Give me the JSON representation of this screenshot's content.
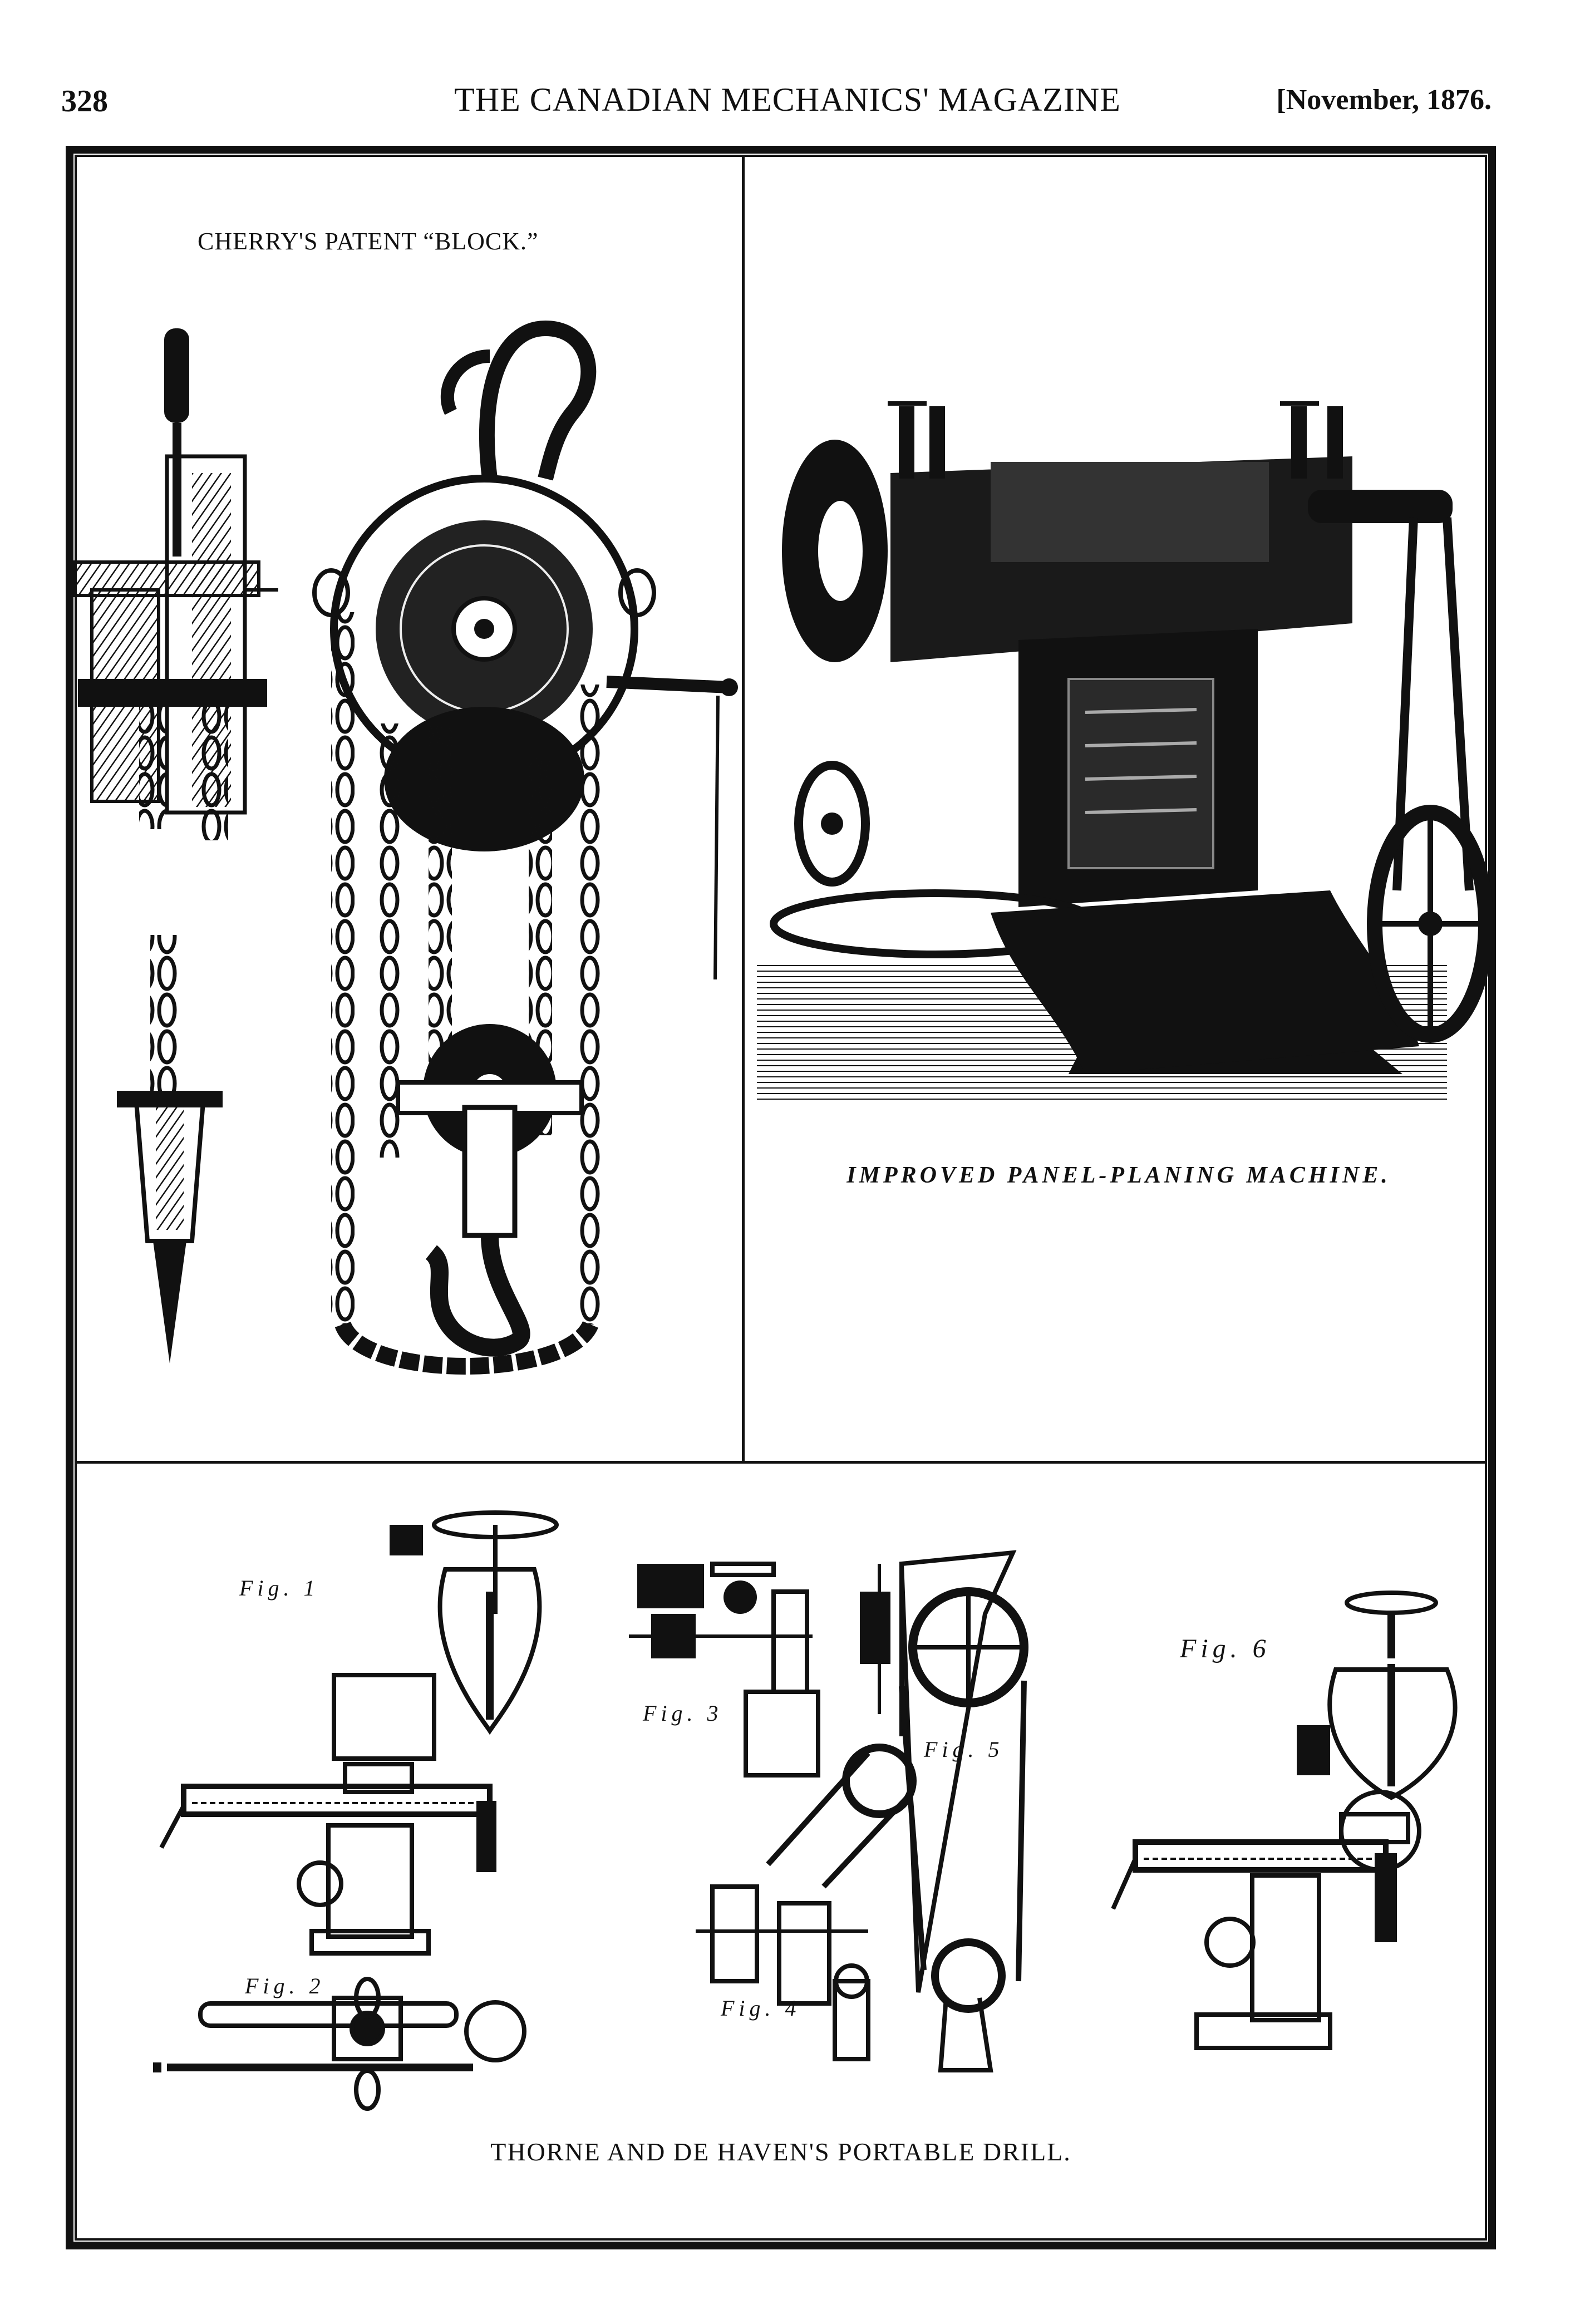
{
  "header": {
    "page_number": "328",
    "magazine_title": "THE CANADIAN MECHANICS' MAGAZINE",
    "issue_date": "[November, 1876."
  },
  "illustrations": {
    "block": {
      "caption": "CHERRY'S PATENT “BLOCK.”"
    },
    "planer": {
      "caption": "IMPROVED PANEL-PLANING MACHINE."
    },
    "drill": {
      "caption": "THORNE AND DE HAVEN'S PORTABLE DRILL.",
      "figures": [
        "Fig. 1",
        "Fig. 2",
        "Fig. 3",
        "Fig. 4",
        "Fig. 5",
        "Fig. 6"
      ]
    }
  }
}
